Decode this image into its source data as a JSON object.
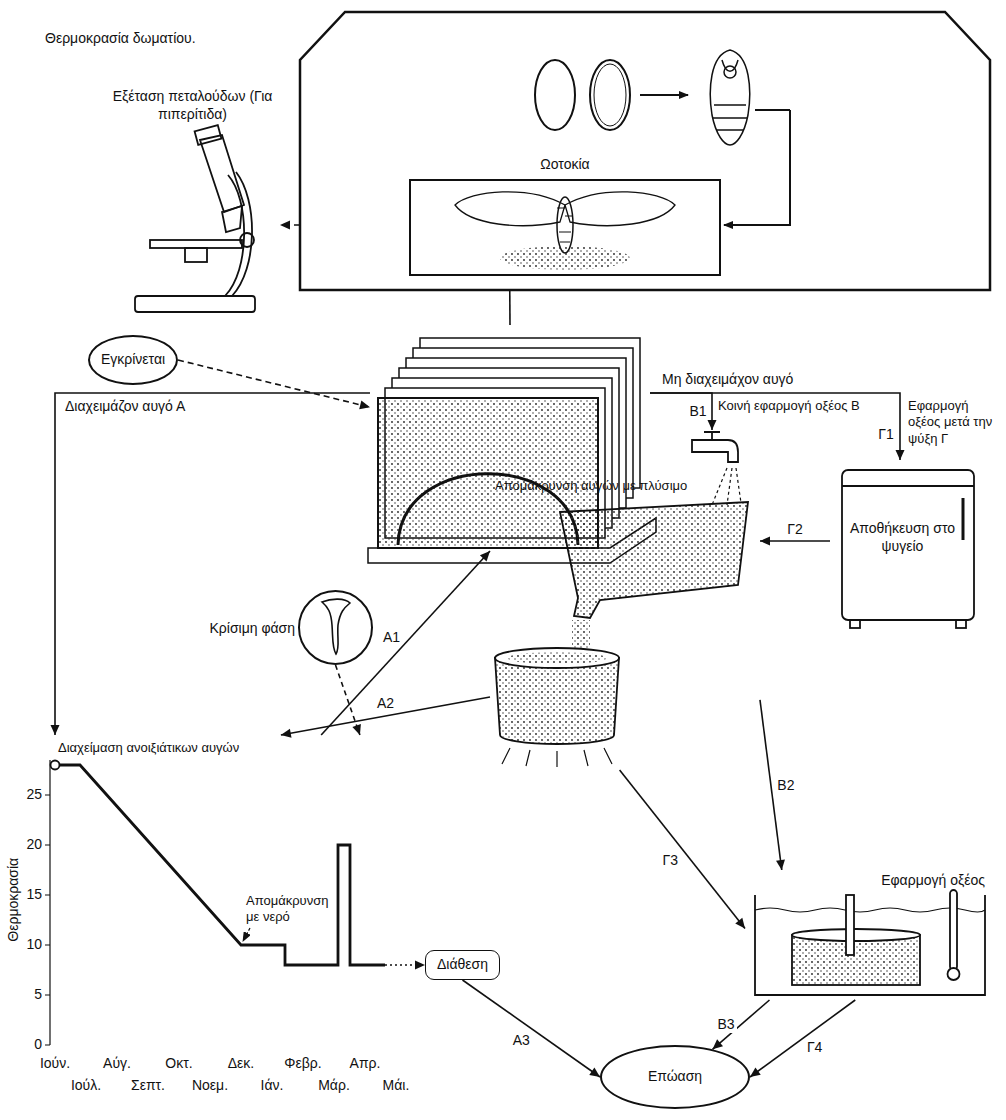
{
  "diagram": {
    "nodes": [
      {
        "text": [
          "Ωοτοκία"
        ]
      },
      {
        "text": [
          "Εξέταση πεταλούδων (Για πιπερίτιδα)"
        ]
      },
      {
        "text": [
          "Εγκρίνεται"
        ]
      },
      {
        "text": [
          "Διαχειμάζον αυγό Α",
          "Μη διαχειμάχον αυγό"
        ]
      },
      {
        "text": [
          "Κοινή εφαρμογή οξέος Β"
        ]
      },
      {
        "text": [
          "Εφαρμογή οξέος μετά την ψύξη Γ",
          "Αποθήκευση στο ψυγείο"
        ]
      },
      {
        "text": [
          "Απομάκρυνση αυγών με πλύσιμο"
        ]
      },
      {
        "text": [
          "Κρίσιμη φάση"
        ]
      },
      {
        "text": [
          "Διαχείμαση ανοιξιάτικων αυγών"
        ]
      },
      {
        "text": [
          "Εφαρμογή οξέος"
        ]
      },
      {
        "text": [
          "Διάθεση"
        ]
      },
      {
        "text": [
          "Επώαση"
        ]
      }
    ],
    "edges": [
      {
        "from": 0,
        "to": 1,
        "arrow": "to"
      },
      {
        "from": 2,
        "to": 3,
        "arrow": "to"
      },
      {
        "from": 0,
        "to": 3,
        "arrow": "none"
      },
      {
        "from": 3,
        "to": 8,
        "arrow": "to"
      },
      {
        "from": 3,
        "to": 4,
        "label": "Β1",
        "arrow": "to"
      },
      {
        "from": 3,
        "to": 5,
        "label": "Γ1",
        "arrow": "to"
      },
      {
        "from": 5,
        "to": 6,
        "label": "Γ2",
        "arrow": "to"
      },
      {
        "from": 8,
        "to": 6,
        "label": "Α1",
        "arrow": "to"
      },
      {
        "from": 6,
        "to": 8,
        "label": "Α2",
        "arrow": "to"
      },
      {
        "from": 6,
        "to": 9,
        "label": "Β2",
        "arrow": "to"
      },
      {
        "from": 6,
        "to": 9,
        "label": "Γ3",
        "arrow": "to"
      },
      {
        "from": 7,
        "to": 8,
        "arrow": "to"
      },
      {
        "from": 8,
        "to": 10,
        "arrow": "to"
      },
      {
        "from": 10,
        "to": 11,
        "label": "Α3",
        "arrow": "to"
      },
      {
        "from": 9,
        "to": 11,
        "label": "Β3",
        "arrow": "to"
      },
      {
        "from": 9,
        "to": 11,
        "label": "Γ4",
        "arrow": "to"
      }
    ],
    "labels": [
      "Θερμοκρασία δωματίου.",
      "Θερμοκρασία",
      "25",
      "20",
      "15",
      "10",
      "5",
      "0",
      "Ιούν.",
      "Ιούλ.",
      "Αύγ.",
      "Σεπτ.",
      "Οκτ.",
      "Νοεμ.",
      "Δεκ.",
      "Ιάν.",
      "Φεβρ.",
      "Μάρ.",
      "Απρ.",
      "Μάι.",
      "Απομάκρυνση με νερό"
    ]
  }
}
